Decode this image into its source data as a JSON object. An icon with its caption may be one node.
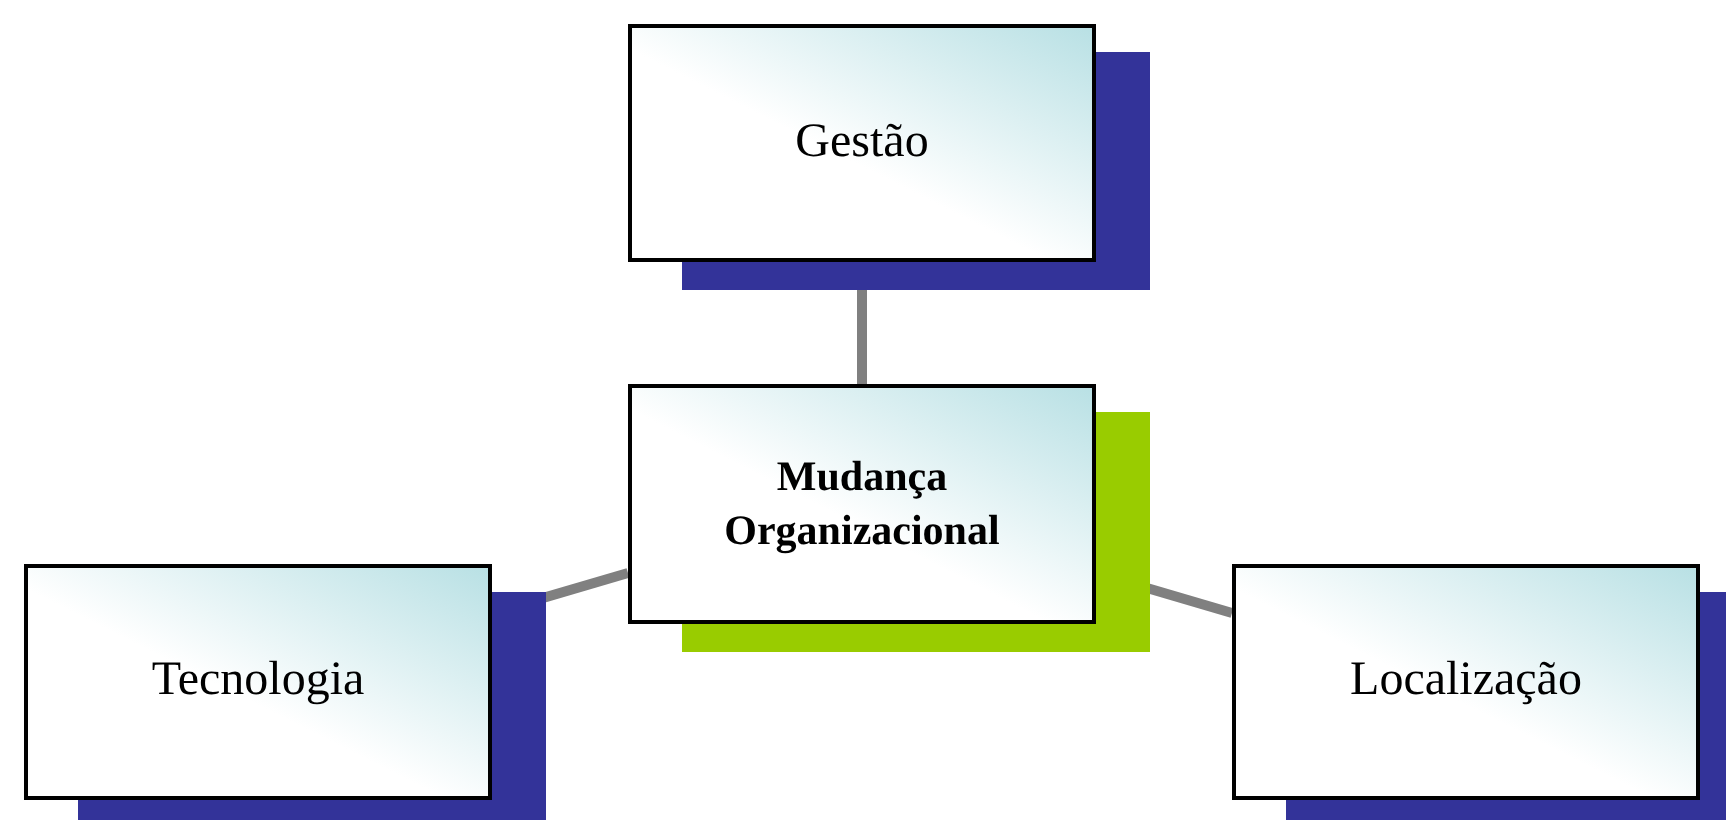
{
  "diagram": {
    "nodes": [
      {
        "text": [
          "Gestão"
        ]
      },
      {
        "text": [
          "Mudança Organizacional"
        ]
      },
      {
        "text": [
          "Tecnologia"
        ]
      },
      {
        "text": [
          "Localização"
        ]
      }
    ],
    "edges": [
      {
        "from": 1,
        "to": 0,
        "arrow": "none"
      },
      {
        "from": 1,
        "to": 2,
        "arrow": "none"
      },
      {
        "from": 1,
        "to": 3,
        "arrow": "none"
      }
    ]
  }
}
